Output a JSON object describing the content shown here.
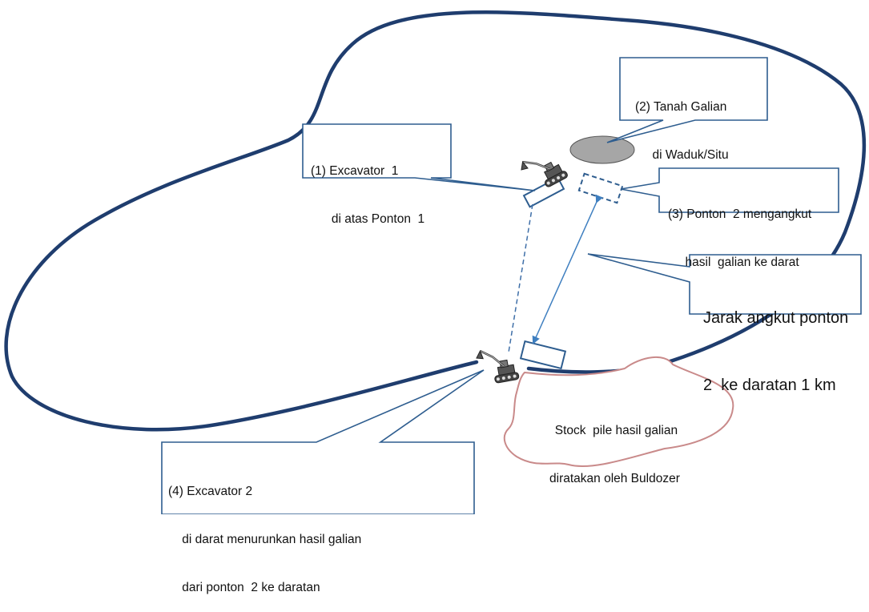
{
  "colors": {
    "lake_outline": "#1f3d6e",
    "callout_border": "#2e5d8f",
    "arrow": "#3f7fc0",
    "excavated_soil": "#a6a6a6",
    "stockpile_outline": "#c98a8a",
    "dashed_path": "#3f6fa8"
  },
  "icons": {
    "excavator": "excavator-icon",
    "pontoon": "pontoon-icon"
  },
  "callouts": {
    "excavator1": {
      "line1": "(1) Excavator  1",
      "line2": "      di atas Ponton  1"
    },
    "tanah_galian": {
      "line1": "(2) Tanah Galian",
      "line2": "     di Waduk/Situ"
    },
    "ponton2": {
      "line1": "(3) Ponton  2 mengangkut",
      "line2": "     hasil  galian ke darat"
    },
    "jarak": {
      "line1": "Jarak angkut ponton",
      "line2": "2  ke daratan 1 km"
    },
    "excavator2": {
      "line1": "(4) Excavator 2",
      "line2": "    di darat menurunkan hasil galian",
      "line3": "    dari ponton  2 ke daratan"
    }
  },
  "stockpile": {
    "line1": "Stock  pile hasil galian",
    "line2": "diratakan oleh Buldozer"
  }
}
